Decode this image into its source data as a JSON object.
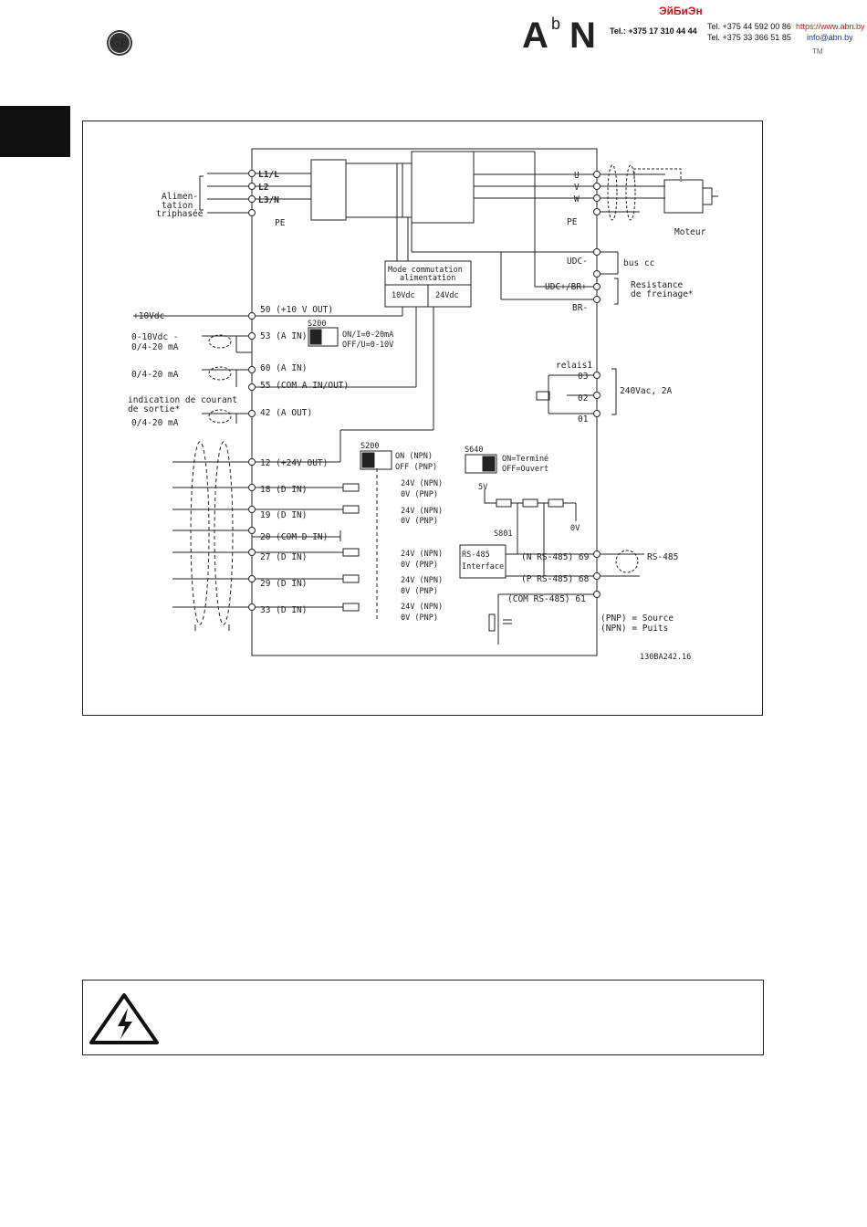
{
  "header": {
    "abn_logo": "AbN",
    "abn_cyrillic": "ЭйБиЭн",
    "phone_main": "Tel.: +375 17 310 44 44",
    "phone_2": "Tel. +375 44 592 00 86",
    "phone_3": "Tel. +375 33 366 51 85",
    "website": "https://www.abn.by",
    "email": "info@abn.by",
    "tm": "TM"
  },
  "diagram": {
    "supply": [
      "Alimen-",
      "tation",
      "triphasée"
    ],
    "mains": [
      "L1/L",
      "L2",
      "L3/N"
    ],
    "pe": "PE",
    "motor_phases": [
      "U",
      "V",
      "W"
    ],
    "motor": "Moteur",
    "smps": [
      "Mode commutation",
      "alimentation"
    ],
    "v10": "10Vdc",
    "v24": "24Vdc",
    "udc_minus": "UDC-",
    "udc_plus": "UDC+/BR+",
    "br_minus": "BR-",
    "bus_cc": "bus cc",
    "resist": [
      "Resistance",
      "de freinage*"
    ],
    "plus10": "+10Vdc",
    "t50": "50 (+10 V OUT)",
    "s200": "S200",
    "s200a_on": "ON/I=0-20mA",
    "s200a_off": "OFF/U=0-10V",
    "ain_range": [
      "0-10Vdc -",
      "0/4-20 mA"
    ],
    "t53": "53 (A IN)",
    "ain2_range": "0/4-20 mA",
    "t60": "60 (A IN)",
    "t55": "55 (COM A IN/OUT)",
    "ind": [
      "indication de courant",
      "de sortie*"
    ],
    "aout_range": "0/4-20 mA",
    "t42": "42 (A OUT)",
    "relay": "relais1",
    "r03": "03",
    "r02": "02",
    "r01": "01",
    "relay_rating": "240Vac, 2A",
    "t12": "12 (+24V OUT)",
    "s200b_on": "ON (NPN)",
    "s200b_off": "OFF (PNP)",
    "s640": "S640",
    "s640_on": "ON=Terminé",
    "s640_off": "OFF=Ouvert",
    "t18": "18 (D IN)",
    "t19": "19 (D IN)",
    "t20": "20 (COM D IN)",
    "t27": "27 (D IN)",
    "t29": "29 (D IN)",
    "t33": "33 (D IN)",
    "npn": "24V (NPN)",
    "pnp": "0V (PNP)",
    "v5": "5V",
    "v0": "0V",
    "s801": "S801",
    "rs485_if": [
      "RS-485",
      "Interface"
    ],
    "t69": "(N RS-485) 69",
    "t68": "(P RS-485) 68",
    "t61": "(COM RS-485) 61",
    "rs485": "RS-485",
    "legend_pnp": "(PNP) = Source",
    "legend_npn": "(NPN) = Puits",
    "code": "130BA242.16",
    "switch_on": "ON"
  }
}
